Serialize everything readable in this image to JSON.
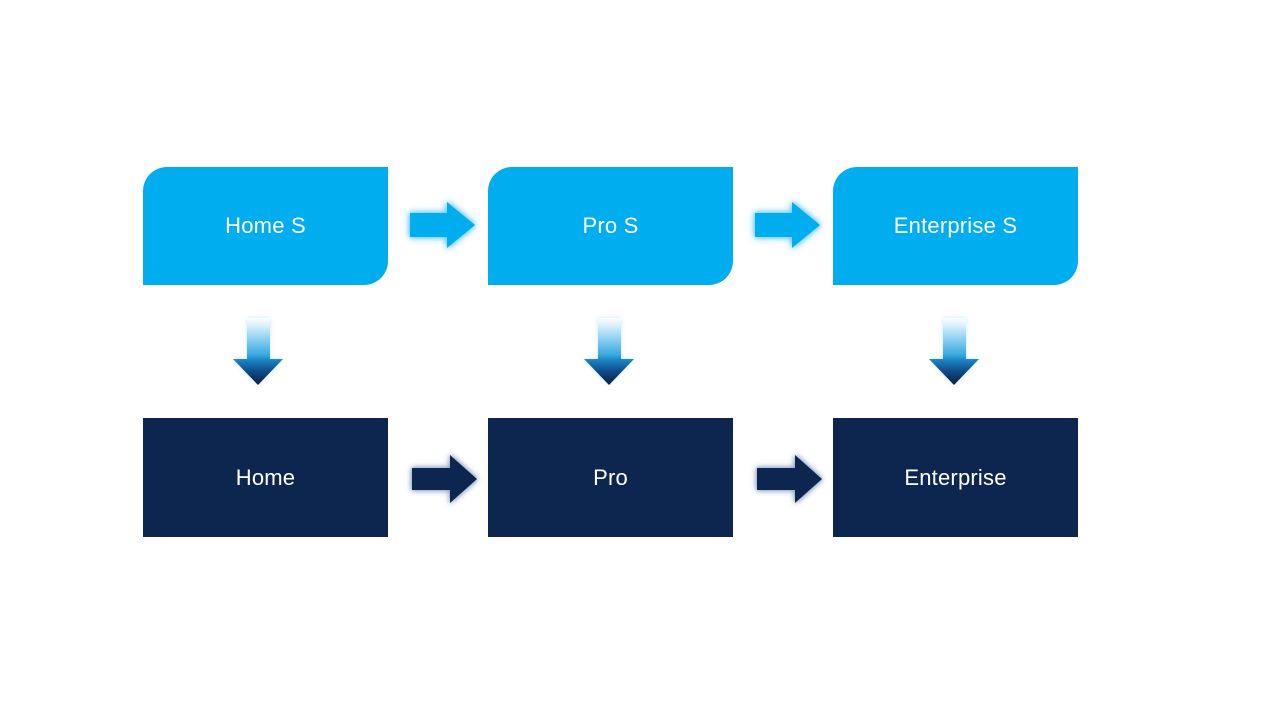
{
  "colors": {
    "canvas_bg": "#ffffff",
    "top_box": "#00AEEF",
    "bottom_box": "#0C2650",
    "box_text": "#ffffff",
    "top_arrow": "#00AEEF",
    "bottom_arrow": "#0C2650",
    "glow_light": "rgba(102,204,244,0.9)",
    "glow_dark": "rgba(125,150,190,0.75)",
    "glow_soft": "rgba(130,200,240,0.45)",
    "down_grad_0": "#FCFEFF",
    "down_grad_1": "#DFF2FC",
    "down_grad_2": "#8FD3F3",
    "down_grad_3": "#38A8E0",
    "down_grad_4": "#1A83C4",
    "down_grad_5": "#0E4A86",
    "down_grad_6": "#0B1F45"
  },
  "diagram": {
    "type": "process-flow",
    "top_row": {
      "items": [
        {
          "label": "Home S"
        },
        {
          "label": "Pro S"
        },
        {
          "label": "Enterprise S"
        }
      ]
    },
    "bottom_row": {
      "items": [
        {
          "label": "Home"
        },
        {
          "label": "Pro"
        },
        {
          "label": "Enterprise"
        }
      ]
    }
  }
}
